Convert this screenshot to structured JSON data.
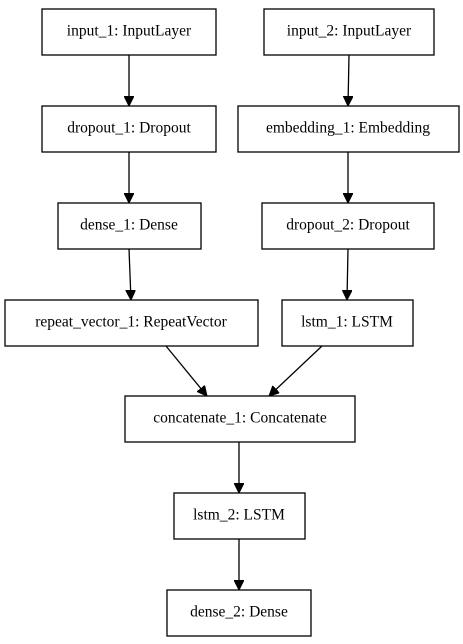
{
  "diagram": {
    "nodes": [
      {
        "id": "input_1",
        "label": "input_1: InputLayer"
      },
      {
        "id": "input_2",
        "label": "input_2: InputLayer"
      },
      {
        "id": "dropout_1",
        "label": "dropout_1: Dropout"
      },
      {
        "id": "embedding_1",
        "label": "embedding_1: Embedding"
      },
      {
        "id": "dense_1",
        "label": "dense_1: Dense"
      },
      {
        "id": "dropout_2",
        "label": "dropout_2: Dropout"
      },
      {
        "id": "repeat_vector_1",
        "label": "repeat_vector_1: RepeatVector"
      },
      {
        "id": "lstm_1",
        "label": "lstm_1: LSTM"
      },
      {
        "id": "concatenate_1",
        "label": "concatenate_1: Concatenate"
      },
      {
        "id": "lstm_2",
        "label": "lstm_2: LSTM"
      },
      {
        "id": "dense_2",
        "label": "dense_2: Dense"
      }
    ],
    "edges": [
      {
        "from": "input_1",
        "to": "dropout_1"
      },
      {
        "from": "dropout_1",
        "to": "dense_1"
      },
      {
        "from": "dense_1",
        "to": "repeat_vector_1"
      },
      {
        "from": "input_2",
        "to": "embedding_1"
      },
      {
        "from": "embedding_1",
        "to": "dropout_2"
      },
      {
        "from": "dropout_2",
        "to": "lstm_1"
      },
      {
        "from": "repeat_vector_1",
        "to": "concatenate_1"
      },
      {
        "from": "lstm_1",
        "to": "concatenate_1"
      },
      {
        "from": "concatenate_1",
        "to": "lstm_2"
      },
      {
        "from": "lstm_2",
        "to": "dense_2"
      }
    ]
  }
}
